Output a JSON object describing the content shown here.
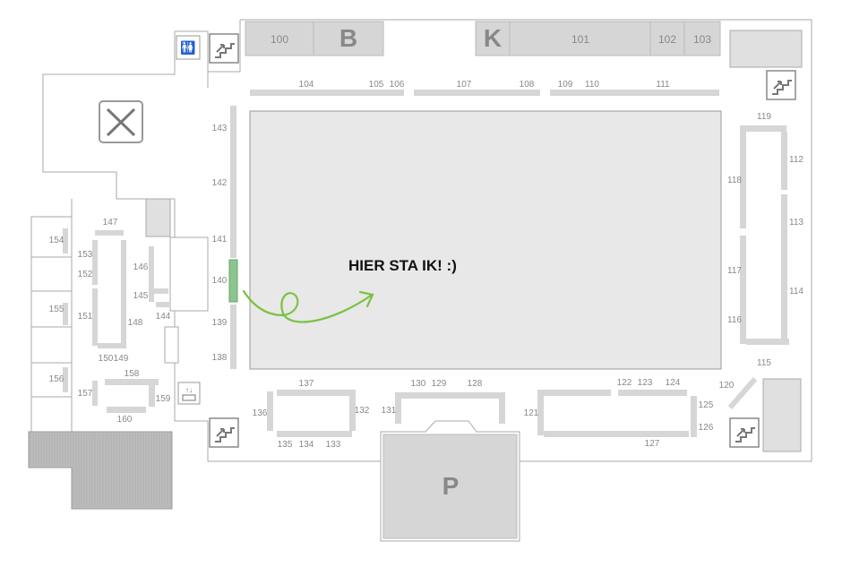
{
  "map": {
    "callout": "HIER STA IK! :)",
    "highlighted_stand": "140",
    "colors": {
      "wall": "#9a9a9a",
      "stand": "#d6d6d6",
      "highlight": "#8bc48f",
      "arrow": "#7cc142",
      "hall_fill": "#e8e8e8"
    },
    "top_stands": [
      "100",
      "B",
      "K",
      "101",
      "102",
      "103"
    ],
    "parking": "P",
    "stand_labels": {
      "s104": "104",
      "s105": "105",
      "s106": "106",
      "s107": "107",
      "s108": "108",
      "s109": "109",
      "s110": "110",
      "s111": "111",
      "s112": "112",
      "s113": "113",
      "s114": "114",
      "s115": "115",
      "s116": "116",
      "s117": "117",
      "s118": "118",
      "s119": "119",
      "s120": "120",
      "s121": "121",
      "s122": "122",
      "s123": "123",
      "s124": "124",
      "s125": "125",
      "s126": "126",
      "s127": "127",
      "s128": "128",
      "s129": "129",
      "s130": "130",
      "s131": "131",
      "s132": "132",
      "s133": "133",
      "s134": "134",
      "s135": "135",
      "s136": "136",
      "s137": "137",
      "s138": "138",
      "s139": "139",
      "s140": "140",
      "s141": "141",
      "s142": "142",
      "s143": "143",
      "s144": "144",
      "s145": "145",
      "s146": "146",
      "s147": "147",
      "s148": "148",
      "s149": "149",
      "s150": "150",
      "s151": "151",
      "s152": "152",
      "s153": "153",
      "s154": "154",
      "s155": "155",
      "s156": "156",
      "s157": "157",
      "s158": "158",
      "s159": "159",
      "s160": "160"
    },
    "icons": [
      "stairs-icon",
      "toilet-icon",
      "restaurant-icon",
      "elevator-icon"
    ]
  }
}
